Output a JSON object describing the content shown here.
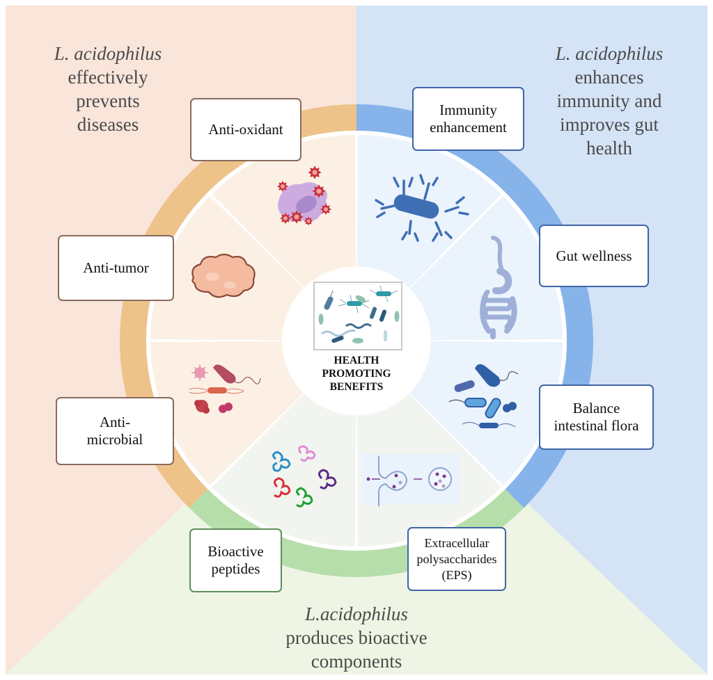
{
  "colors": {
    "left_bg": "#f9e5da",
    "right_bg": "#d4e3f6",
    "bottom_bg": "#eef5e4",
    "ring_orange": "#edc38a",
    "ring_blue": "#86b3ea",
    "ring_green": "#b6deaa",
    "sector_orange": "#fcf0e4",
    "sector_blue": "#ebf3fc",
    "sector_green": "#f2f5ef",
    "border_brown": "#8a6a5c",
    "border_blue": "#3f64a6",
    "border_green": "#5f8d5a"
  },
  "regions": {
    "left": {
      "species": "L. acidophilus",
      "text": "effectively\nprevents\ndiseases"
    },
    "right": {
      "species": "L. acidophilus",
      "text": "enhances\nimmunity and\nimproves gut\nhealth"
    },
    "bottom": {
      "species": "L.acidophilus",
      "text": "produces bioactive\ncomponents"
    }
  },
  "center": {
    "title": "HEALTH\nPROMOTING\nBENEFITS",
    "icon": "bacteria-collection-icon"
  },
  "benefits": [
    {
      "label": "Anti-oxidant",
      "group": "disease-prevention",
      "icon": "oxidative-stress-cell-icon"
    },
    {
      "label": "Anti-tumor",
      "group": "disease-prevention",
      "icon": "tumor-icon"
    },
    {
      "label": "Anti-\nmicrobial",
      "group": "disease-prevention",
      "icon": "microbes-icon"
    },
    {
      "label": "Immunity\nenhancement",
      "group": "immunity-gut",
      "icon": "antibody-bacterium-icon"
    },
    {
      "label": "Gut wellness",
      "group": "immunity-gut",
      "icon": "intestine-icon"
    },
    {
      "label": "Balance\nintestinal flora",
      "group": "immunity-gut",
      "icon": "gut-bacteria-icon"
    },
    {
      "label": "Bioactive\npeptides",
      "group": "bioactive-components",
      "icon": "peptide-chains-icon"
    },
    {
      "label": "Extracellular\npolysaccharides\n(EPS)",
      "group": "bioactive-components",
      "icon": "vesicle-secretion-icon"
    }
  ]
}
